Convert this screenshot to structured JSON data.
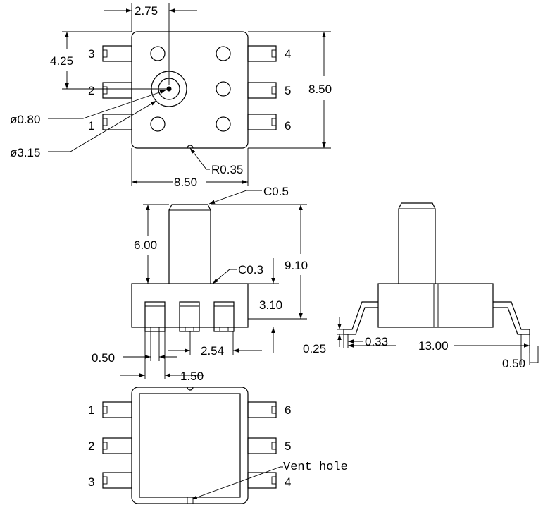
{
  "top_view": {
    "dim_pitch_x": "2.75",
    "dim_port_y": "4.25",
    "dim_height": "8.50",
    "dim_width": "8.50",
    "dim_port_inner": "ø0.80",
    "dim_port_outer": "ø3.15",
    "dim_notch": "R0.35",
    "pins_left": [
      "3",
      "2",
      "1"
    ],
    "pins_right": [
      "4",
      "5",
      "6"
    ]
  },
  "side_view": {
    "dim_chamfer_top": "C0.5",
    "dim_port_height": "6.00",
    "dim_chamfer_base": "C0.3",
    "dim_total_height": "9.10",
    "dim_body_height": "3.10",
    "dim_lead_width": "0.50",
    "dim_lead_pitch": "2.54",
    "dim_lead_offset": "1.50"
  },
  "end_view": {
    "dim_lead_thickness": "0.25",
    "dim_foot_offset": "0.33",
    "dim_span": "13.00",
    "dim_foot_length": "0.50"
  },
  "bottom_view": {
    "pins_left": [
      "1",
      "2",
      "3"
    ],
    "pins_right": [
      "6",
      "5",
      "4"
    ],
    "vent_label": "Vent hole"
  }
}
